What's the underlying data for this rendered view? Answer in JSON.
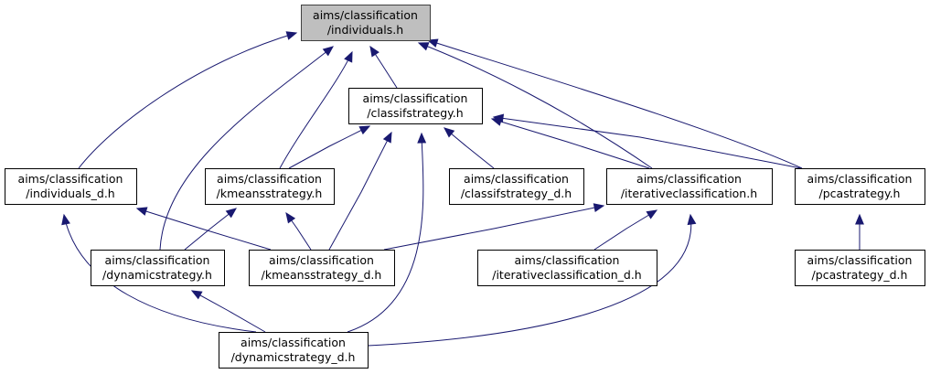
{
  "graph": {
    "nodes": [
      {
        "id": "individuals",
        "line1": "aims/classification",
        "line2": "/individuals.h",
        "highlighted": true
      },
      {
        "id": "classifstrategy",
        "line1": "aims/classification",
        "line2": "/classifstrategy.h"
      },
      {
        "id": "individuals_d",
        "line1": "aims/classification",
        "line2": "/individuals_d.h"
      },
      {
        "id": "kmeansstrategy",
        "line1": "aims/classification",
        "line2": "/kmeansstrategy.h"
      },
      {
        "id": "classifstrategy_d",
        "line1": "aims/classification",
        "line2": "/classifstrategy_d.h"
      },
      {
        "id": "iterativeclassification",
        "line1": "aims/classification",
        "line2": "/iterativeclassification.h"
      },
      {
        "id": "pcastrategy",
        "line1": "aims/classification",
        "line2": "/pcastrategy.h"
      },
      {
        "id": "dynamicstrategy",
        "line1": "aims/classification",
        "line2": "/dynamicstrategy.h"
      },
      {
        "id": "kmeansstrategy_d",
        "line1": "aims/classification",
        "line2": "/kmeansstrategy_d.h"
      },
      {
        "id": "iterativeclassification_d",
        "line1": "aims/classification",
        "line2": "/iterativeclassification_d.h"
      },
      {
        "id": "pcastrategy_d",
        "line1": "aims/classification",
        "line2": "/pcastrategy_d.h"
      },
      {
        "id": "dynamicstrategy_d",
        "line1": "aims/classification",
        "line2": "/dynamicstrategy_d.h"
      }
    ],
    "edges": [
      {
        "from": "classifstrategy",
        "to": "individuals"
      },
      {
        "from": "individuals_d",
        "to": "individuals"
      },
      {
        "from": "kmeansstrategy",
        "to": "individuals"
      },
      {
        "from": "iterativeclassification",
        "to": "individuals"
      },
      {
        "from": "pcastrategy",
        "to": "individuals"
      },
      {
        "from": "dynamicstrategy",
        "to": "individuals"
      },
      {
        "from": "kmeansstrategy",
        "to": "classifstrategy"
      },
      {
        "from": "classifstrategy_d",
        "to": "classifstrategy"
      },
      {
        "from": "iterativeclassification",
        "to": "classifstrategy"
      },
      {
        "from": "pcastrategy",
        "to": "classifstrategy"
      },
      {
        "from": "kmeansstrategy_d",
        "to": "classifstrategy"
      },
      {
        "from": "dynamicstrategy_d",
        "to": "classifstrategy"
      },
      {
        "from": "kmeansstrategy_d",
        "to": "individuals_d"
      },
      {
        "from": "dynamicstrategy_d",
        "to": "individuals_d"
      },
      {
        "from": "dynamicstrategy",
        "to": "kmeansstrategy"
      },
      {
        "from": "kmeansstrategy_d",
        "to": "kmeansstrategy"
      },
      {
        "from": "kmeansstrategy_d",
        "to": "iterativeclassification"
      },
      {
        "from": "iterativeclassification_d",
        "to": "iterativeclassification"
      },
      {
        "from": "dynamicstrategy_d",
        "to": "iterativeclassification"
      },
      {
        "from": "pcastrategy_d",
        "to": "pcastrategy"
      },
      {
        "from": "dynamicstrategy_d",
        "to": "dynamicstrategy"
      }
    ],
    "colors": {
      "edge": "#191970",
      "root_fill": "#bfbfbf",
      "node_border": "#000000"
    }
  }
}
